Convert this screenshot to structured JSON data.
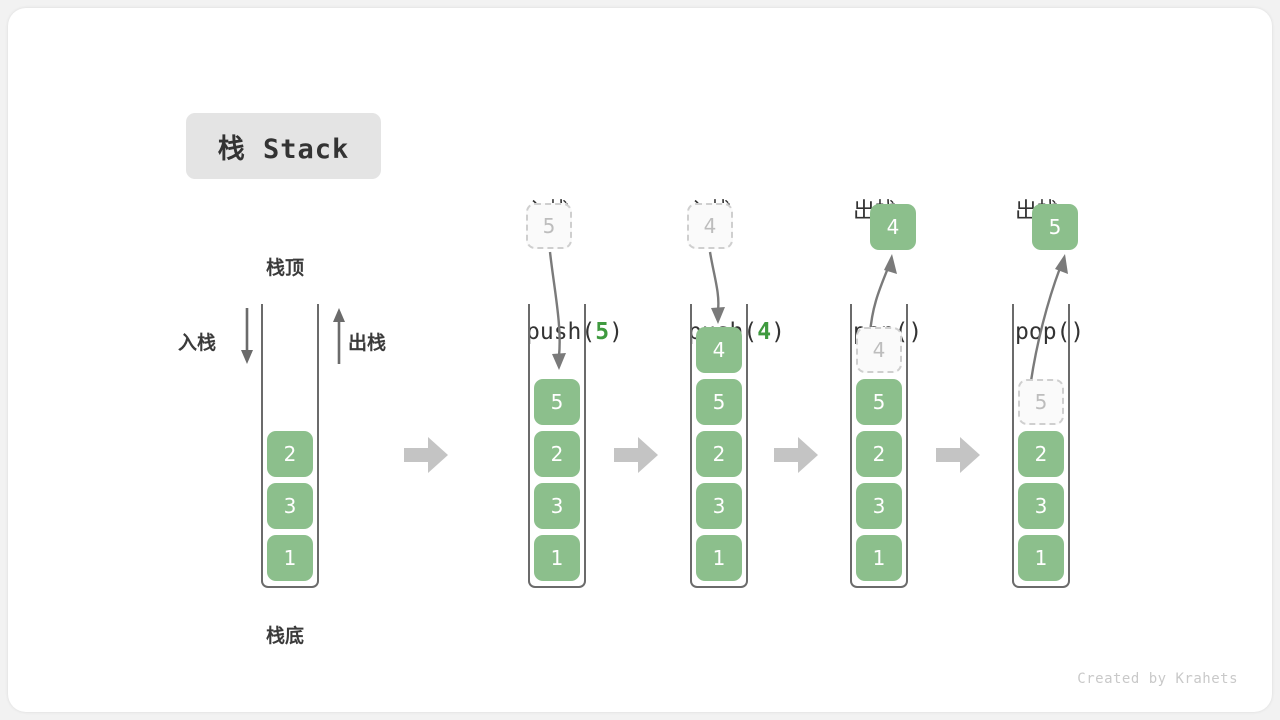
{
  "title": {
    "text": "栈 Stack"
  },
  "legend": {
    "top_label": "栈顶",
    "bottom_label": "栈底",
    "push_label": "入栈",
    "pop_label": "出栈"
  },
  "watermark": "Created by Krahets",
  "colors": {
    "cell_fill": "#8cbf8c",
    "cell_text": "#ffffff",
    "ghost_fill": "#fafafa",
    "ghost_border": "#cfcfcf",
    "ghost_text": "#bdbdbd",
    "wall": "#6b6b6b",
    "arrow": "#7a7a7a",
    "block_arrow": "#c4c4c4",
    "accent_green": "#3f9a3f",
    "badge_bg": "#e4e4e4",
    "text": "#333333"
  },
  "panels": [
    {
      "id": "initial",
      "op_cn": "",
      "op_code": "",
      "op_arg": "",
      "incoming": null,
      "outgoing": null,
      "cells": [
        {
          "value": "2",
          "state": "solid"
        },
        {
          "value": "3",
          "state": "solid"
        },
        {
          "value": "1",
          "state": "solid"
        }
      ]
    },
    {
      "id": "push-5",
      "op_cn": "入栈",
      "op_code_prefix": "push(",
      "op_arg": "5",
      "op_code_suffix": ")",
      "incoming": {
        "value": "5",
        "state": "ghost"
      },
      "outgoing": null,
      "cells": [
        {
          "value": "5",
          "state": "solid"
        },
        {
          "value": "2",
          "state": "solid"
        },
        {
          "value": "3",
          "state": "solid"
        },
        {
          "value": "1",
          "state": "solid"
        }
      ]
    },
    {
      "id": "push-4",
      "op_cn": "入栈",
      "op_code_prefix": "push(",
      "op_arg": "4",
      "op_code_suffix": ")",
      "incoming": {
        "value": "4",
        "state": "ghost"
      },
      "outgoing": null,
      "cells": [
        {
          "value": "4",
          "state": "solid"
        },
        {
          "value": "5",
          "state": "solid"
        },
        {
          "value": "2",
          "state": "solid"
        },
        {
          "value": "3",
          "state": "solid"
        },
        {
          "value": "1",
          "state": "solid"
        }
      ]
    },
    {
      "id": "pop-1",
      "op_cn": "出栈",
      "op_code_prefix": "pop(",
      "op_arg": "",
      "op_code_suffix": ")",
      "incoming": null,
      "outgoing": {
        "value": "4",
        "state": "solid"
      },
      "cells": [
        {
          "value": "4",
          "state": "ghost"
        },
        {
          "value": "5",
          "state": "solid"
        },
        {
          "value": "2",
          "state": "solid"
        },
        {
          "value": "3",
          "state": "solid"
        },
        {
          "value": "1",
          "state": "solid"
        }
      ]
    },
    {
      "id": "pop-2",
      "op_cn": "出栈",
      "op_code_prefix": "pop(",
      "op_arg": "",
      "op_code_suffix": ")",
      "incoming": null,
      "outgoing": {
        "value": "5",
        "state": "solid"
      },
      "cells": [
        {
          "value": "5",
          "state": "ghost"
        },
        {
          "value": "2",
          "state": "solid"
        },
        {
          "value": "3",
          "state": "solid"
        },
        {
          "value": "1",
          "state": "solid"
        }
      ]
    }
  ],
  "separators": [
    "block-arrow-right",
    "block-arrow-right",
    "block-arrow-right",
    "block-arrow-right"
  ]
}
